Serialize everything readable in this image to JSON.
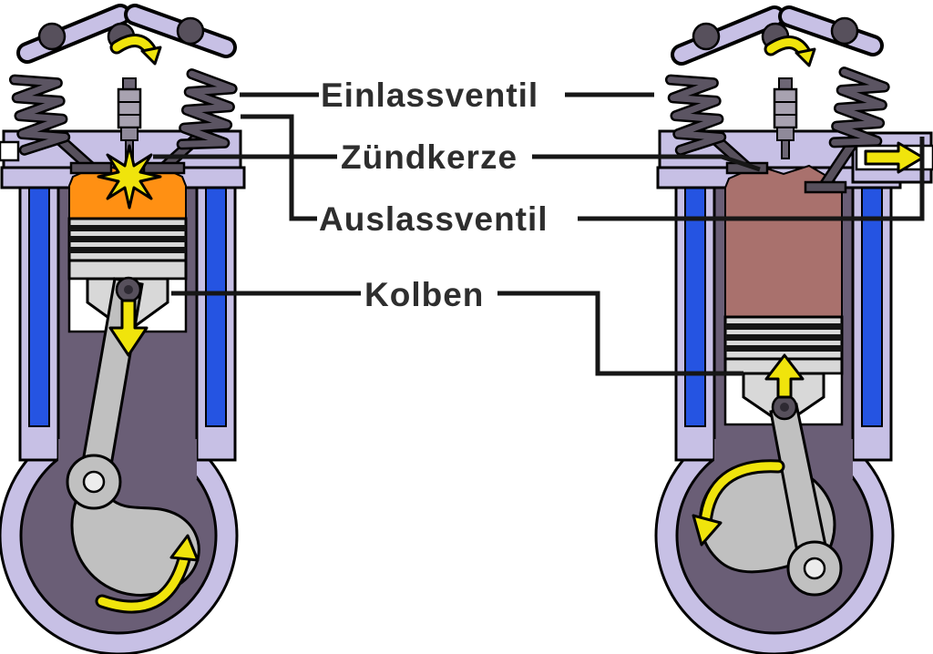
{
  "labels": {
    "intake_valve": "Einlassventil",
    "spark_plug": "Zündkerze",
    "exhaust_valve": "Auslassventil",
    "piston": "Kolben"
  },
  "colors": {
    "lavender": "#c7c0e5",
    "interior_purple": "#6a5e76",
    "coolant_blue": "#2554e2",
    "arrow_yellow": "#f0e40c",
    "combustion_orange": "#ff9013",
    "exhaust_brown": "#a9716d",
    "metal_light": "#d8d8d8",
    "metal_mid": "#c0c0c0",
    "metal_dark": "#57505c",
    "outline_black": "#000000",
    "label_ink": "#2e2e2e",
    "background": "#ffffff"
  }
}
